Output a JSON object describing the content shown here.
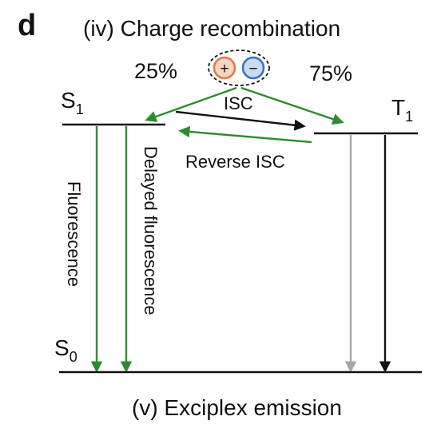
{
  "panel_label": "d",
  "title": "(iv) Charge recombination",
  "footer": "(v) Exciplex emission",
  "percent_singlet": "25%",
  "percent_triplet": "75%",
  "charge_plus": "+",
  "charge_minus": "−",
  "levels": {
    "s1": {
      "letter": "S",
      "sub": "1"
    },
    "t1": {
      "letter": "T",
      "sub": "1"
    },
    "s0": {
      "letter": "S",
      "sub": "0"
    }
  },
  "transitions": {
    "isc": "ISC",
    "reverse_isc": "Reverse ISC",
    "fluorescence": "Fluorescence",
    "delayed_fluorescence": "Delayed fluorescence"
  },
  "colors": {
    "green": "#2e8b2e",
    "black": "#111111",
    "gray": "#a6a6a6",
    "plus_ring": "#e07a4a",
    "plus_fill": "#f6d5c2",
    "minus_ring": "#3a6fc4",
    "minus_fill": "#c9daf3"
  }
}
